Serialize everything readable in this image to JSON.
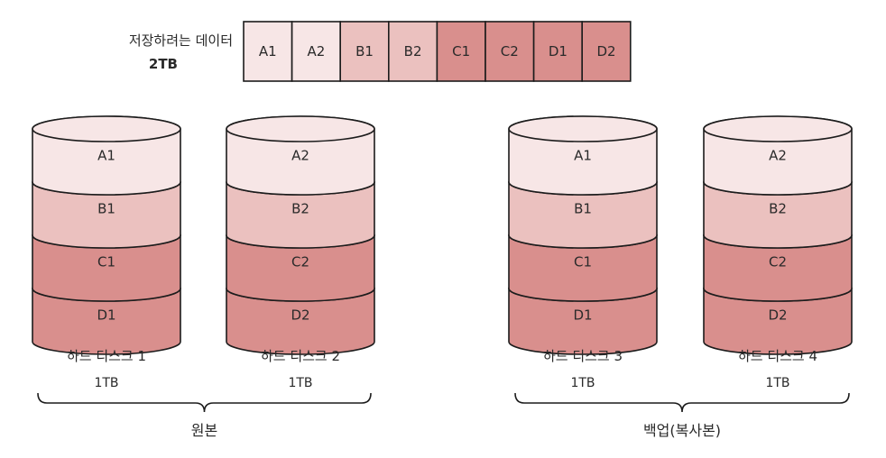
{
  "header": {
    "title": "저장하려는 데이터",
    "size": "2TB"
  },
  "colors": {
    "A": "#f7e6e6",
    "B": "#ebc1bf",
    "C": "#d98f8d",
    "D": "#d98f8d",
    "outline": "#1c1c1c"
  },
  "data_strip": [
    "A1",
    "A2",
    "B1",
    "B2",
    "C1",
    "C2",
    "D1",
    "D2"
  ],
  "disks": [
    {
      "name": "하드 디스크 1",
      "capacity": "1TB",
      "blocks": [
        "A1",
        "B1",
        "C1",
        "D1"
      ]
    },
    {
      "name": "하드 디스크 2",
      "capacity": "1TB",
      "blocks": [
        "A2",
        "B2",
        "C2",
        "D2"
      ]
    },
    {
      "name": "하드 디스크 3",
      "capacity": "1TB",
      "blocks": [
        "A1",
        "B1",
        "C1",
        "D1"
      ]
    },
    {
      "name": "하드 디스크 4",
      "capacity": "1TB",
      "blocks": [
        "A2",
        "B2",
        "C2",
        "D2"
      ]
    }
  ],
  "groups": [
    {
      "label": "원본"
    },
    {
      "label": "백업(복사본)"
    }
  ]
}
